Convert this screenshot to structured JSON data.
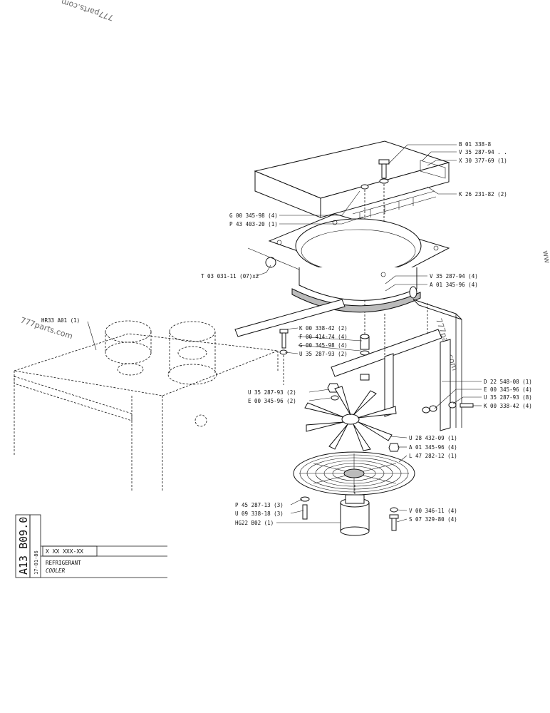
{
  "watermarks": {
    "top": "777parts.com",
    "left": "777parts.com",
    "center": "777parts.com",
    "right": "ww"
  },
  "callouts": [
    {
      "id": "c1",
      "text": "B 01 338-8"
    },
    {
      "id": "c2",
      "text": "V 35 287-94 . ."
    },
    {
      "id": "c3",
      "text": "X 30 377-69 (1)"
    },
    {
      "id": "c4",
      "text": "K 26 231-82 (2)"
    },
    {
      "id": "c5",
      "text": "G 00 345-98 (4)"
    },
    {
      "id": "c6",
      "text": "P 43 403-20 (1)"
    },
    {
      "id": "c7",
      "text": "T 03 031-11 (07)x2"
    },
    {
      "id": "c8",
      "text": "V 35 287-94 (4)"
    },
    {
      "id": "c9",
      "text": "A 01 345-96 (4)"
    },
    {
      "id": "c10",
      "text": "HR33 A01 (1)"
    },
    {
      "id": "c11",
      "text": "K 00 338-42 (2)"
    },
    {
      "id": "c12",
      "text": "F 00 414-74 (4)"
    },
    {
      "id": "c13",
      "text": "G 00 345-98 (4)"
    },
    {
      "id": "c14",
      "text": "U 35 287-93 (2)"
    },
    {
      "id": "c15",
      "text": "D 22 548-08 (1)"
    },
    {
      "id": "c16",
      "text": "E 00 345-96 (4)"
    },
    {
      "id": "c17",
      "text": "U 35 287-93 (8)"
    },
    {
      "id": "c18",
      "text": "K 00 338-42 (4)"
    },
    {
      "id": "c19",
      "text": "U 35 287-93 (2)"
    },
    {
      "id": "c20",
      "text": "E 00 345-96 (2)"
    },
    {
      "id": "c21",
      "text": "U 28 432-09 (1)"
    },
    {
      "id": "c22",
      "text": "A 01 345-96 (4)"
    },
    {
      "id": "c23",
      "text": "L 47 282-12 (1)"
    },
    {
      "id": "c24",
      "text": "P 45 287-13 (3)"
    },
    {
      "id": "c25",
      "text": "U 09 338-18 (3)"
    },
    {
      "id": "c26",
      "text": "HG22 B02 (1)"
    },
    {
      "id": "c27",
      "text": "V 00 346-11 (4)"
    },
    {
      "id": "c28",
      "text": "S 07 329-80 (4)"
    }
  ],
  "title_block": {
    "code": "A13 B09.0",
    "date": "17-01-86",
    "part_number": "X XX XXX-XX",
    "title_fr": "REFRIGERANT",
    "title_en": "COOLER"
  }
}
